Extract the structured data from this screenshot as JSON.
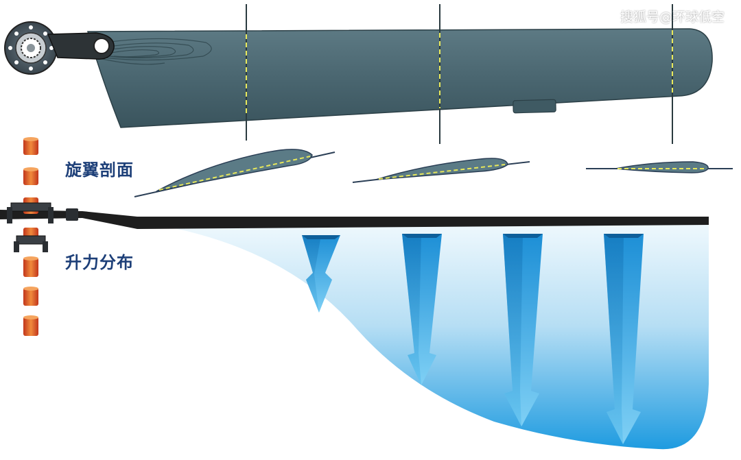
{
  "watermark": "搜狐号@环球低空",
  "labels": {
    "airfoil_sections": "旋翼剖面",
    "lift_distribution": "升力分布"
  },
  "colors": {
    "blade": "#4a6670",
    "blade_dark": "#34505a",
    "section_line": "#e8e85a",
    "lift_light": "#dff1fb",
    "lift_dark": "#1a9ee0",
    "arrow": "#29a8e8",
    "hub_cylinder": "#e0602c",
    "label": "#1d3f78"
  },
  "icons": [
    "rotor-hub-icon",
    "blade-grip-icon",
    "rotor-mast-icon"
  ]
}
